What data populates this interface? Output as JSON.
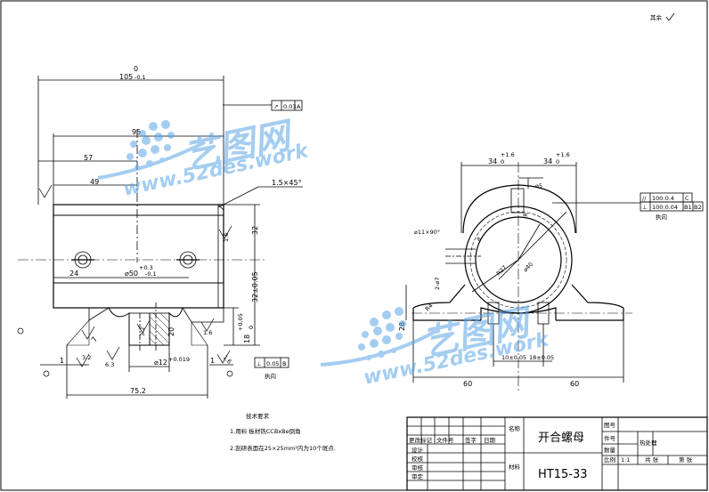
{
  "surface_mark": "其余",
  "front_view": {
    "dim_overall": "105",
    "dim_overall_tol_up": "0",
    "dim_overall_tol_low": "-0.1",
    "dim_95": "95",
    "dim_57": "57",
    "dim_49": "49",
    "dim_24": "24",
    "dim_bore": "⌀50",
    "dim_bore_tol_up": "+0.3",
    "dim_bore_tol_low": "-0.1",
    "dim_hole": "⌀12",
    "dim_hole_tol": "+0.019",
    "dim_75": "75.2",
    "chamfer": "1.5×45°",
    "dim_32": "32",
    "dim_32b": "32±0.05",
    "dim_18": "18",
    "dim_18_tol_up": "+0.05",
    "dim_18_tol_low": "0",
    "dim_20": "20",
    "dim_7": "7",
    "dim_1a": "1",
    "dim_1b": "1",
    "rough_16": "1.6",
    "rough_63": "6.3",
    "rough_32": "3.2",
    "rough_32b": "3.2",
    "rough_16b": "1.6",
    "rough_16c": "1.6",
    "tol_frame_1_sym": "↗",
    "tol_frame_1_val": "0.03",
    "tol_frame_1_ref": "A",
    "tol_frame_2_sym": "⊥",
    "tol_frame_2_val": "0.05",
    "tol_frame_2_ref": "B",
    "datum_label": "A",
    "note_dir": "执向"
  },
  "side_view": {
    "dim_34a": "34",
    "dim_34a_tol_up": "+1.6",
    "dim_34a_tol_low": "0",
    "dim_34b": "34",
    "dim_34b_tol_up": "+1.6",
    "dim_34b_tol_low": "0",
    "dim_5": "⌀5",
    "dim_11": "⌀11×90°",
    "dim_8": "8",
    "dim_2_07": "2-⌀7",
    "dim_40": "⌀40",
    "dim_r27": "R27",
    "dim_60a": "60",
    "dim_60b": "60",
    "dim_10a": "10±0.05",
    "dim_10b": "18±0.05",
    "dim_28": "28",
    "dim_r4": "R4",
    "dim_r": "R",
    "tol_par_sym": "//",
    "tol_par_val": "100:0.4",
    "tol_par_ref": "C",
    "tol_perp_sym": "⊥",
    "tol_perp_val": "100:0.04",
    "tol_perp_ref1": "B1",
    "tol_perp_ref2": "B2",
    "note_dir": "执向"
  },
  "tech_req": {
    "title": "技术要求",
    "item1": "1.用料 板材铣CCBxBe倒角",
    "item2": "2.刮研表面在25×25mm²内为10个斑点."
  },
  "title_block": {
    "label_name": "名称",
    "part_name": "开合螺母",
    "label_material": "材料",
    "material": "HT15-33",
    "label_drawing_no": "图号",
    "label_item_no": "件号",
    "label_qty": "数量",
    "label_scale": "比例",
    "scale": "1:1",
    "label_sheets": "共 张",
    "label_sheet": "第 张",
    "label_weight": "热处理",
    "rev_mark": "更改标记",
    "rev_doc": "文件号",
    "rev_sign": "签字",
    "rev_date": "日期",
    "designer": "设计",
    "checker": "校核",
    "reviewer": "审核",
    "approver": "审定"
  },
  "watermark": {
    "brand": "艺图网",
    "url": "www.52des.work"
  }
}
